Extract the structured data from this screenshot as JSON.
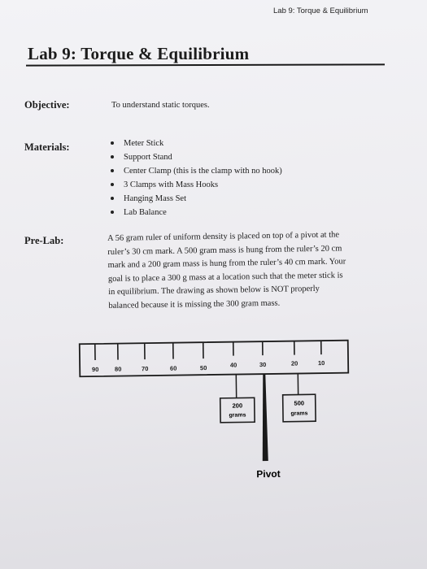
{
  "header": {
    "running_title": "Lab 9: Torque & Equilibrium"
  },
  "title": "Lab 9:  Torque & Equilibrium",
  "objective": {
    "label": "Objective:",
    "text": "To understand static torques."
  },
  "materials": {
    "label": "Materials:",
    "items": [
      "Meter Stick",
      "Support Stand",
      "Center Clamp (this is the clamp with no hook)",
      "3 Clamps with Mass Hooks",
      "Hanging Mass Set",
      "Lab Balance"
    ]
  },
  "prelab": {
    "label": "Pre-Lab:",
    "lines": [
      "A 56 gram ruler of uniform density is placed on top of a pivot at the",
      "ruler’s 30 cm mark.  A 500 gram mass is hung from the ruler’s  20 cm",
      "mark and a 200 gram mass is hung from the ruler’s 40 cm mark.  Your",
      "goal is to place a 300 g mass at a location such that the meter stick is",
      "in equilibrium.  The drawing as shown below is NOT properly",
      "balanced because it is missing the 300 gram mass."
    ]
  },
  "diagram": {
    "ruler_marks": [
      "90",
      "80",
      "70",
      "60",
      "50",
      "40",
      "30",
      "20",
      "10"
    ],
    "mass_left": {
      "value": "200",
      "unit": "grams"
    },
    "mass_right": {
      "value": "500",
      "unit": "grams"
    },
    "pivot_label": "Pivot"
  }
}
